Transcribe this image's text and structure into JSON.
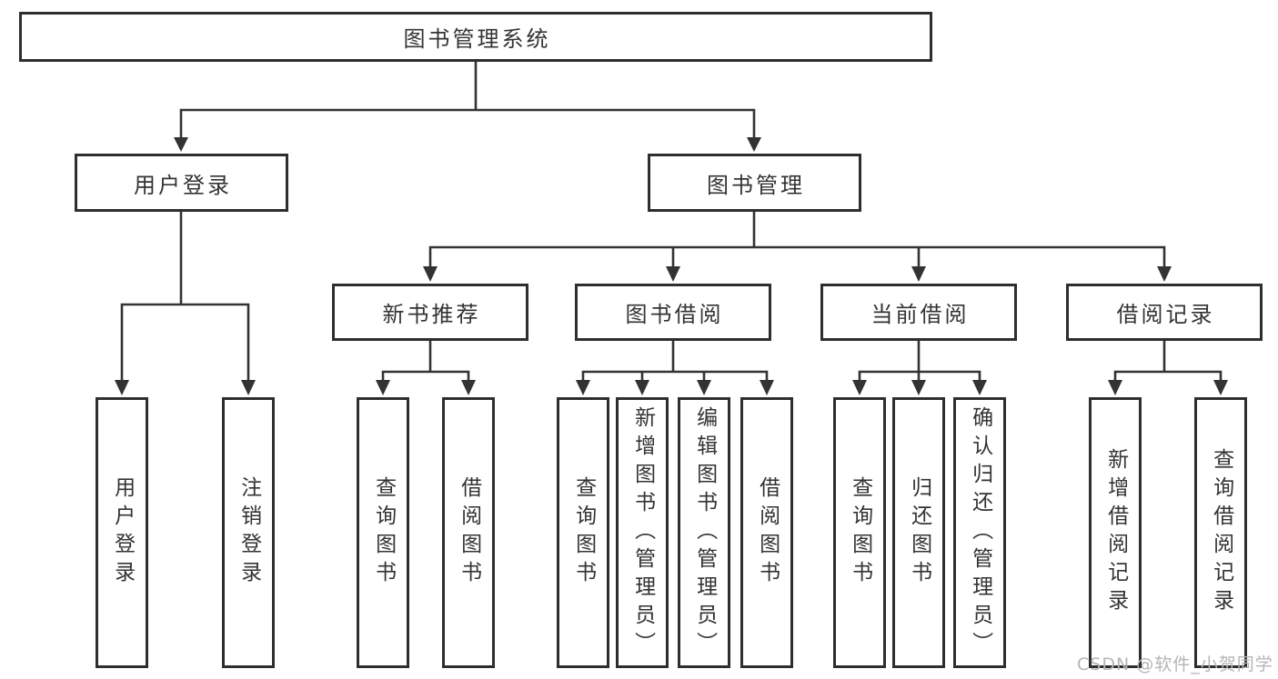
{
  "tree": {
    "label": "图书管理系统",
    "children": [
      {
        "label": "用户登录",
        "children": [
          {
            "label": "用户登录"
          },
          {
            "label": "注销登录"
          }
        ]
      },
      {
        "label": "图书管理",
        "children": [
          {
            "label": "新书推荐",
            "children": [
              {
                "label": "查询图书"
              },
              {
                "label": "借阅图书"
              }
            ]
          },
          {
            "label": "图书借阅",
            "children": [
              {
                "label": "查询图书"
              },
              {
                "label": "新增图书（管理员）"
              },
              {
                "label": "编辑图书（管理员）"
              },
              {
                "label": "借阅图书"
              }
            ]
          },
          {
            "label": "当前借阅",
            "children": [
              {
                "label": "查询图书"
              },
              {
                "label": "归还图书"
              },
              {
                "label": "确认归还（管理员）"
              }
            ]
          },
          {
            "label": "借阅记录",
            "children": [
              {
                "label": "新增借阅记录"
              },
              {
                "label": "查询借阅记录"
              }
            ]
          }
        ]
      }
    ]
  },
  "watermark": "CSDN @软件_小贺同学",
  "colors": {
    "box_border": "#2e2e2e",
    "connector_line": "#333333",
    "text": "#333333",
    "background": "#ffffff",
    "watermark_text": "#b5b5b5"
  }
}
